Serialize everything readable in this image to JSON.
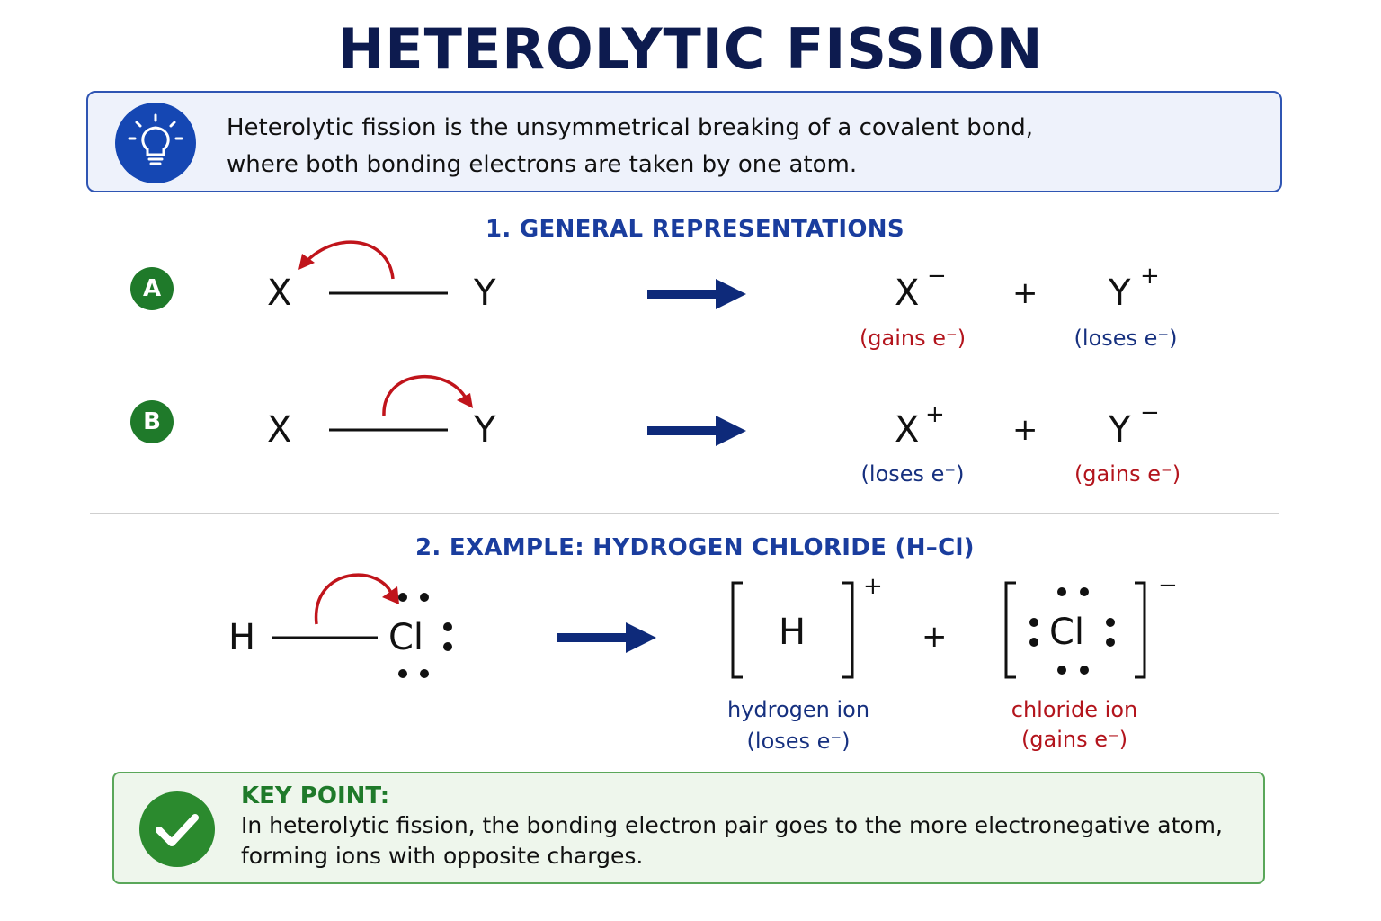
{
  "title": "HETEROLYTIC FISSION",
  "definition": {
    "icon": "lightbulb-icon",
    "line1": "Heterolytic fission is the unsymmetrical breaking of a covalent bond,",
    "line2": "where both bonding electrons are taken by one atom."
  },
  "section1": {
    "heading": "1.  GENERAL REPRESENTATIONS",
    "rows": [
      {
        "badge": "A",
        "left_atom": "X",
        "right_atom": "Y",
        "product1": {
          "atom": "X",
          "charge": "−",
          "note": "(gains e⁻)",
          "note_color": "#b3141c"
        },
        "plus": "+",
        "product2": {
          "atom": "Y",
          "charge": "+",
          "note": "(loses e⁻)",
          "note_color": "#16307f"
        }
      },
      {
        "badge": "B",
        "left_atom": "X",
        "right_atom": "Y",
        "product1": {
          "atom": "X",
          "charge": "+",
          "note": "(loses e⁻)",
          "note_color": "#16307f"
        },
        "plus": "+",
        "product2": {
          "atom": "Y",
          "charge": "−",
          "note": "(gains e⁻)",
          "note_color": "#b3141c"
        }
      }
    ]
  },
  "section2": {
    "heading": "2.  EXAMPLE: HYDROGEN CHLORIDE (H–Cl)",
    "reactant_h": "H",
    "reactant_cl": "Cl",
    "ion1": {
      "atom": "H",
      "charge": "+",
      "name": "hydrogen ion",
      "note": "(loses e⁻)"
    },
    "plus": "+",
    "ion2": {
      "atom": "Cl",
      "charge": "−",
      "name": "chloride ion",
      "note": "(gains e⁻)"
    }
  },
  "key_point": {
    "icon": "checkmark-icon",
    "title": "KEY POINT:",
    "line1": "In heterolytic fission, the bonding electron pair goes to the more electronegative atom,",
    "line2": "forming ions with opposite charges."
  },
  "colors": {
    "title": "#0d1b4f",
    "heading": "#1a3d9e",
    "arrow": "#0e2a7a",
    "curved_arrow": "#c0141b",
    "badge": "#1f7a2a",
    "gain": "#b3141c",
    "lose": "#16307f"
  }
}
